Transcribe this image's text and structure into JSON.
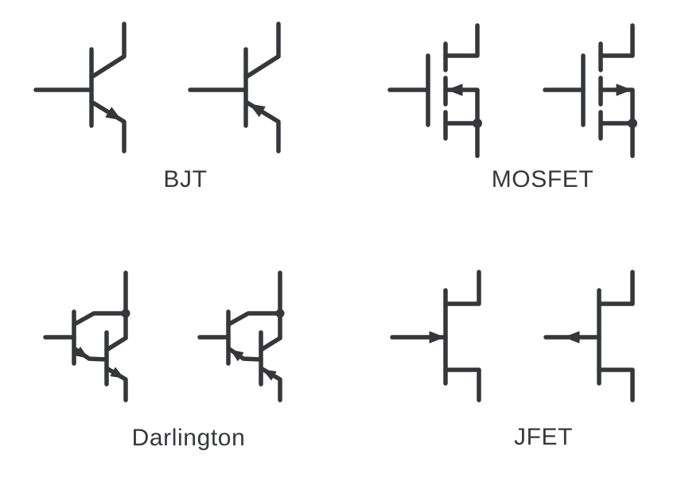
{
  "style": {
    "background": "#ffffff",
    "stroke_color": "#35373a",
    "label_color": "#36383b"
  },
  "groups": [
    {
      "label": "BJT",
      "symbols": [
        {
          "name": "npn-bjt",
          "polarity": "npn"
        },
        {
          "name": "pnp-bjt",
          "polarity": "pnp"
        }
      ]
    },
    {
      "label": "MOSFET",
      "symbols": [
        {
          "name": "n-channel-mosfet",
          "polarity": "n-channel"
        },
        {
          "name": "p-channel-mosfet",
          "polarity": "p-channel"
        }
      ]
    },
    {
      "label": "Darlington",
      "symbols": [
        {
          "name": "npn-darlington",
          "polarity": "npn"
        },
        {
          "name": "pnp-darlington",
          "polarity": "pnp"
        }
      ]
    },
    {
      "label": "JFET",
      "symbols": [
        {
          "name": "n-channel-jfet",
          "polarity": "n-channel"
        },
        {
          "name": "p-channel-jfet",
          "polarity": "p-channel"
        }
      ]
    }
  ]
}
